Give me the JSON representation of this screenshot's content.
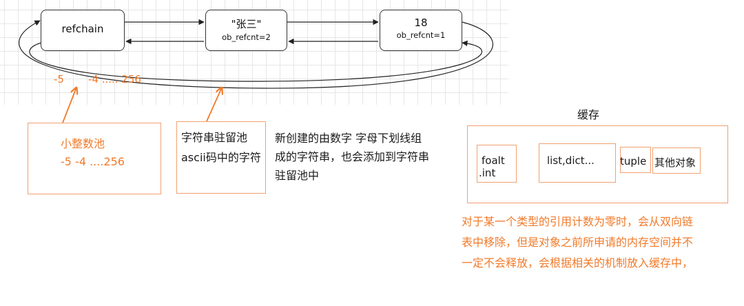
{
  "nodes": {
    "refchain": {
      "title": "refchain"
    },
    "zhangsan": {
      "title": "\"张三\"",
      "sub": "ob_refcnt=2"
    },
    "eighteen": {
      "title": "18",
      "sub": "ob_refcnt=1"
    }
  },
  "int_range": {
    "left": "-5",
    "right": "-4 ..... 256"
  },
  "small_int_pool": {
    "title": "小整数池",
    "range": "-5 -4 ....256"
  },
  "string_intern": {
    "line1": "字符串驻留池",
    "line2": "ascii码中的字符",
    "note_lines": [
      "新创建的由数字 字母下划线组",
      "成的字符串，也会添加到字符串",
      "驻留池中"
    ]
  },
  "cache": {
    "title": "缓存",
    "items": [
      {
        "line1": "foalt",
        "line2": ".int"
      },
      {
        "line1": "list,dict..."
      },
      {
        "line1": "tuple"
      },
      {
        "line1": "其他对象"
      }
    ],
    "note_lines": [
      "对于某一个类型的引用计数为零时，会从双向链",
      "表中移除，但是对象之前所申请的内存空间并不",
      "一定不会释放，会根据相关的机制放入缓存中，"
    ]
  },
  "colors": {
    "accent": "#f07a2a",
    "box_border": "#f0a070",
    "node_border": "#333333"
  }
}
